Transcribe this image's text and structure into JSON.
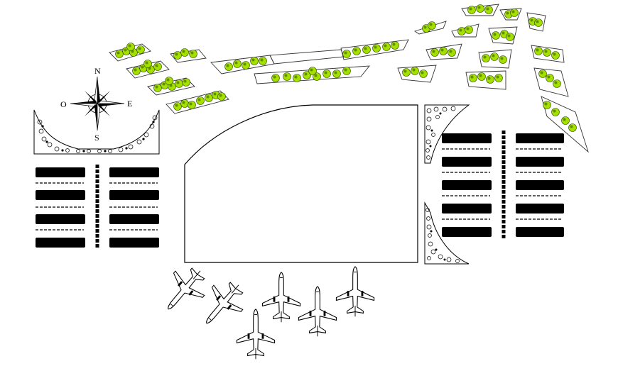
{
  "compass": {
    "north": "N",
    "south": "S",
    "east": "E",
    "west": "O"
  },
  "icons": {
    "compass": "compass-rose-icon",
    "tree": "tree-cluster-icon",
    "car": "parked-car-icon",
    "airplane": "airplane-icon"
  },
  "colors": {
    "tree_fill": "#a4e000",
    "tree_dark": "#2d4a00",
    "outline": "#000000",
    "background": "#ffffff"
  },
  "summary": {
    "tree_groves": 21,
    "parking_lots": 2,
    "landscaped_islands": 3,
    "aircraft": 6
  }
}
